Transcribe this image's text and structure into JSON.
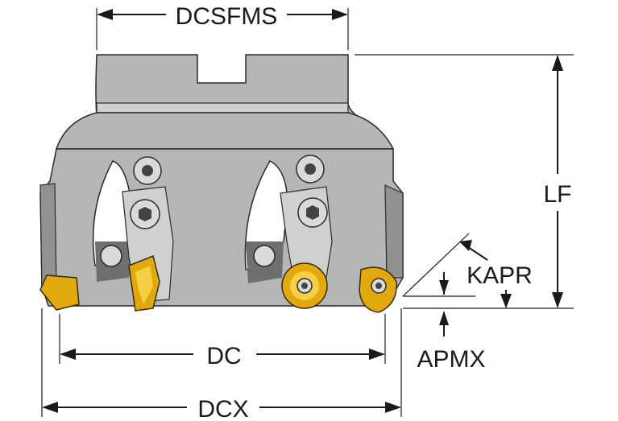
{
  "diagram": {
    "subject": "Face milling cutter with round inserts",
    "labels": {
      "dcsfms": "DCSFMS",
      "lf": "LF",
      "kapr": "KAPR",
      "dc": "DC",
      "apmx": "APMX",
      "dcx": "DCX"
    },
    "colors": {
      "body": "#b5b7b6",
      "insert": "#e2a90f",
      "lines": "#1a1a1a"
    }
  }
}
